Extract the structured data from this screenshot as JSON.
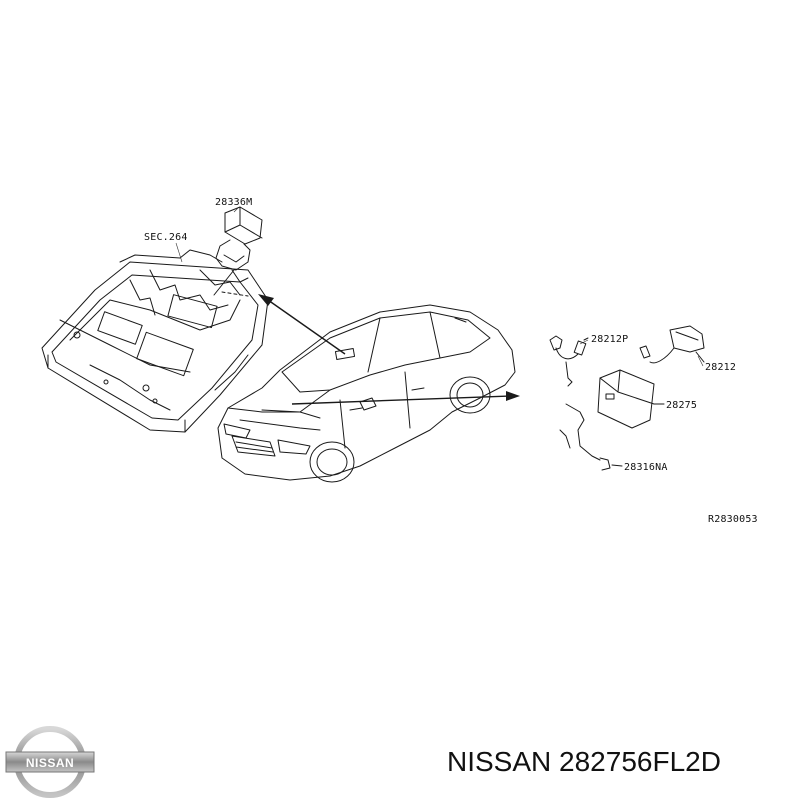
{
  "diagram": {
    "callouts": [
      {
        "id": "c1",
        "label": "28336M"
      },
      {
        "id": "c2",
        "label": "SEC.264"
      },
      {
        "id": "c3",
        "label": "28212P"
      },
      {
        "id": "c4",
        "label": "28212"
      },
      {
        "id": "c5",
        "label": "28275"
      },
      {
        "id": "c6",
        "label": "28316NA"
      }
    ],
    "reference_code": "R2830053"
  },
  "footer": {
    "brand": "NISSAN",
    "part_text": "NISSAN 282756FL2D"
  },
  "colors": {
    "ink": "#1a1a1a",
    "background": "#ffffff",
    "logo_silver": "#9a9a9a"
  }
}
